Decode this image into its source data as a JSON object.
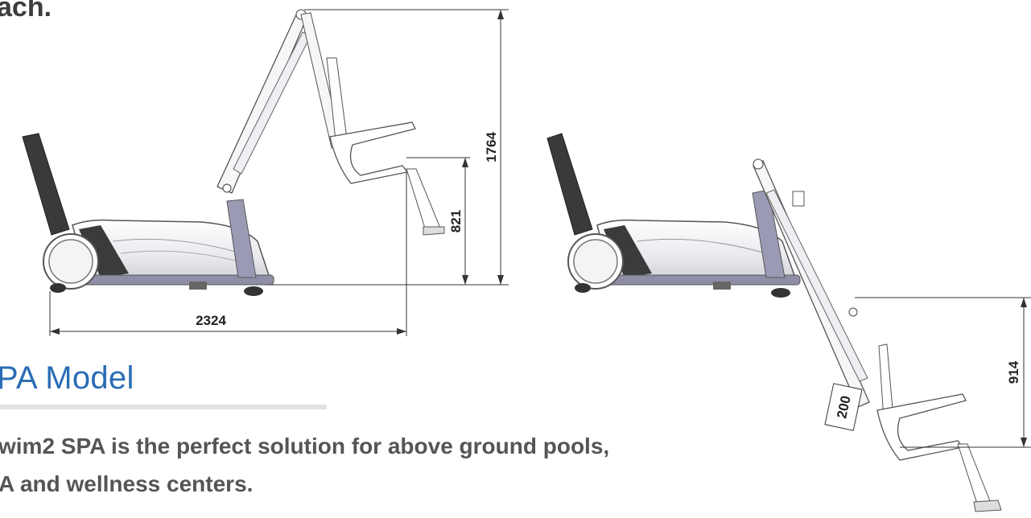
{
  "top_text": "ach.",
  "heading": "PA Model",
  "body_line_1": "wim2 SPA is the perfect solution for above ground pools,",
  "body_line_2": "A and wellness centers.",
  "dimensions": {
    "length": "2324",
    "height": "1764",
    "seat_height": "821",
    "depth_below": "914",
    "offset": "200"
  }
}
